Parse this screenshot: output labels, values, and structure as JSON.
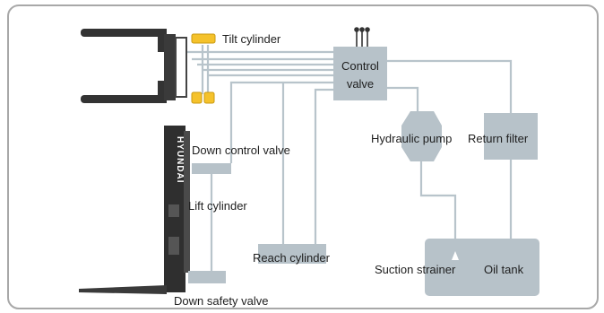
{
  "brand": "HYUNDAI",
  "components": {
    "tilt_cylinder": "Tilt cylinder",
    "control_valve": [
      "Control",
      "valve"
    ],
    "hydraulic_pump": "Hydraulic pump",
    "return_filter": "Return filter",
    "down_control_valve": "Down control valve",
    "lift_cylinder": "Lift cylinder",
    "reach_cylinder": "Reach  cylinder",
    "suction_strainer": "Suction strainer",
    "oil_tank": "Oil tank",
    "down_safety_valve": "Down safety valve"
  },
  "colors": {
    "component_fill": "#b7c2c9",
    "pipe": "#b8c4cb",
    "frame_border": "#a8a8a8",
    "mast_dark": "#333333",
    "cylinder_yellow": "#f5c22b"
  }
}
